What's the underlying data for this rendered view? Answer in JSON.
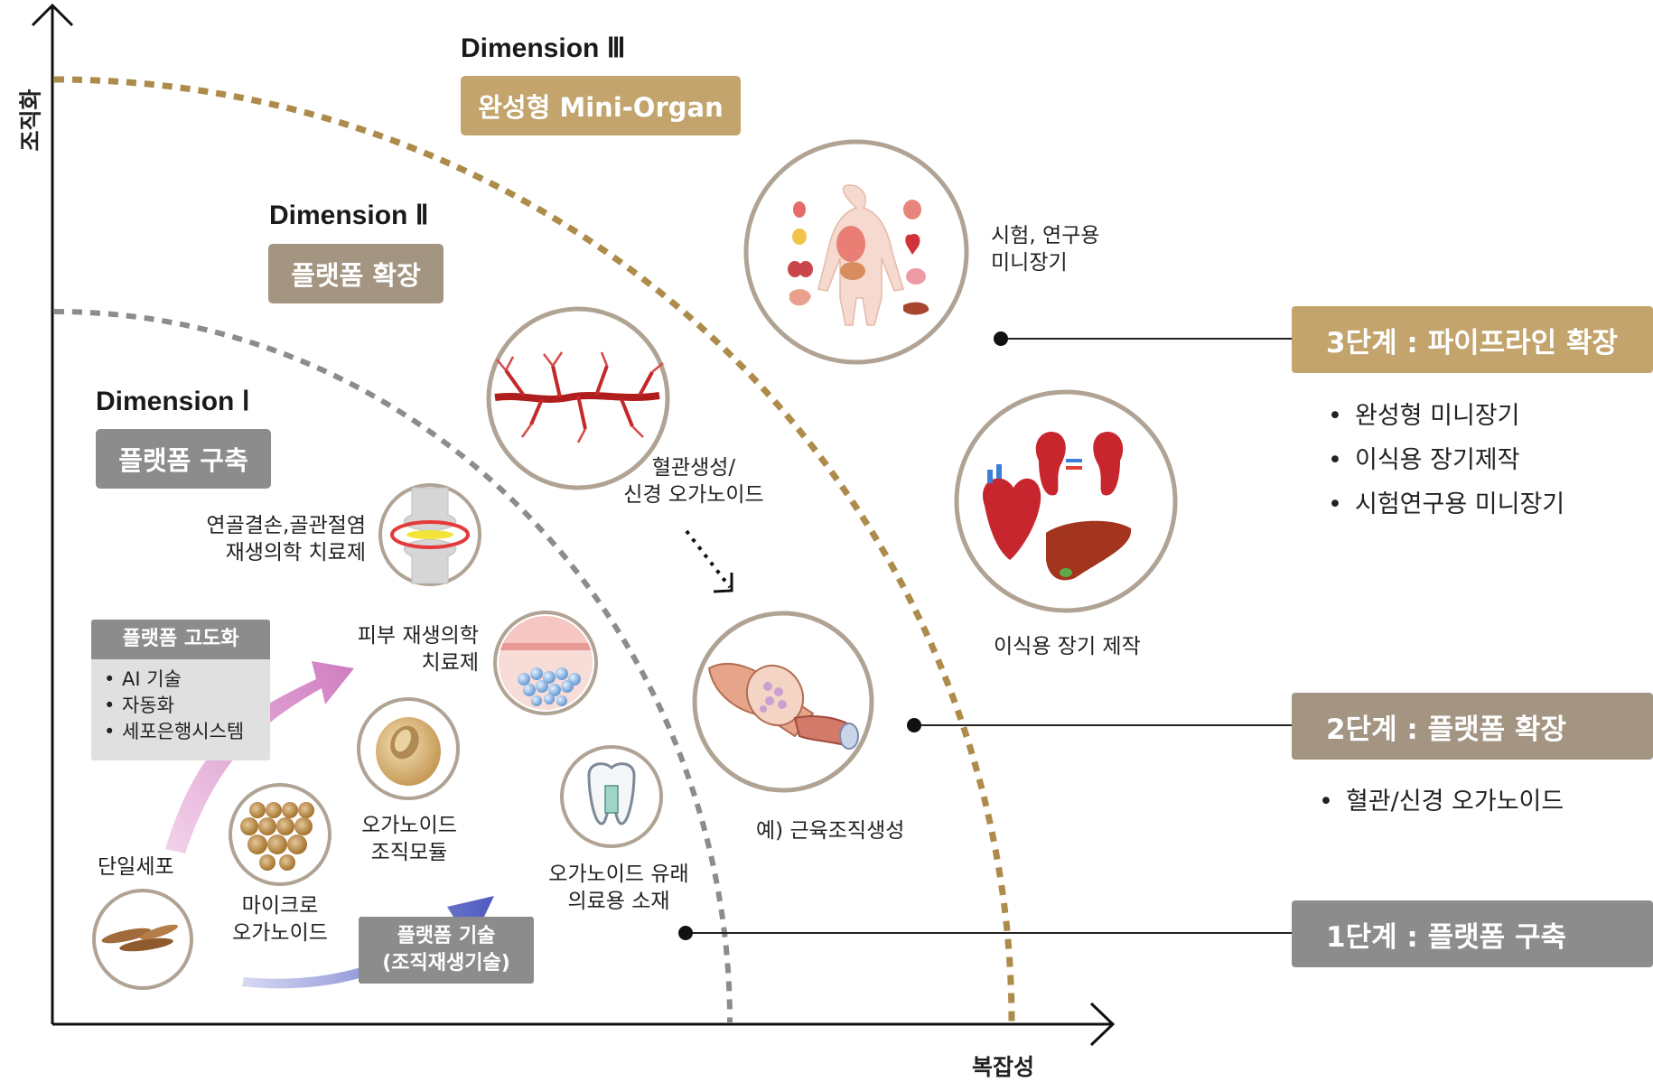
{
  "axes": {
    "y_label": "조직화",
    "x_label": "복잡성"
  },
  "dimensions": [
    {
      "label": "Dimension Ⅲ",
      "tag": "완성형 Mini-Organ"
    },
    {
      "label": "Dimension Ⅱ",
      "tag": "플랫폼 확장"
    },
    {
      "label": "Dimension Ⅰ",
      "tag": "플랫폼 구축"
    }
  ],
  "items": {
    "single_cell": "단일세포",
    "micro_organoid": "마이크로\n오가노이드",
    "organoid_module": "오가노이드\n조직모듈",
    "cartilage": "연골결손,골관절염\n재생의학 치료제",
    "skin": "피부 재생의학\n치료제",
    "tooth": "오가노이드 유래\n의료용 소재",
    "vessel": "혈관생성/\n신경 오가노이드",
    "muscle": "예) 근육조직생성",
    "body": "시험, 연구용\n미니장기",
    "transplant": "이식용 장기 제작"
  },
  "advancement": {
    "title": "플랫폼 고도화",
    "items": [
      "AI 기술",
      "자동화",
      "세포은행시스템"
    ]
  },
  "technology": {
    "text": "플랫폼 기술\n(조직재생기술)"
  },
  "stages": [
    {
      "label": "3단계 : 파이프라인 확장",
      "bullets": [
        "완성형 미니장기",
        "이식용 장기제작",
        "시험연구용 미니장기"
      ]
    },
    {
      "label": "2단계 : 플랫폼 확장",
      "bullets": [
        "혈관/신경 오가노이드"
      ]
    },
    {
      "label": "1단계 :  플랫폼 구축",
      "bullets": []
    }
  ],
  "colors": {
    "gold": "#c2a46c",
    "taupe": "#a39582",
    "grey": "#8c8c8c",
    "ring": "#b0a394",
    "pink": "#d894c8",
    "blue": "#5f6ac4"
  }
}
